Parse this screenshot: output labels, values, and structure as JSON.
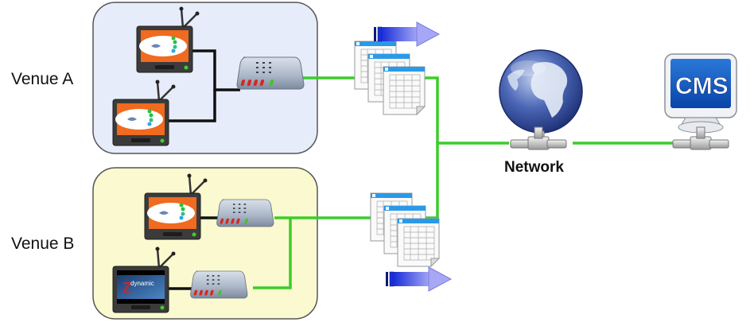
{
  "diagram": {
    "venues": [
      {
        "label": "Venue A",
        "background": "#e6ecfa",
        "border": "#4a4a4a",
        "devices": [
          {
            "type": "tv",
            "screen": "orange-brand"
          },
          {
            "type": "tv",
            "screen": "orange-brand"
          },
          {
            "type": "router"
          }
        ]
      },
      {
        "label": "Venue B",
        "background": "#fbf9cf",
        "border": "#4a4a4a",
        "devices": [
          {
            "type": "tv",
            "screen": "orange-brand"
          },
          {
            "type": "router"
          },
          {
            "type": "tv",
            "screen": "dynamic"
          },
          {
            "type": "router"
          }
        ]
      }
    ],
    "network": {
      "label": "Network",
      "icon": "globe-icon"
    },
    "cms": {
      "label": "CMS",
      "icon": "monitor-icon"
    },
    "dynamic_screen_text": "dynamic",
    "colors": {
      "green_link": "#3ccc2c",
      "black_link": "#111111",
      "arrow_dark": "#1a2fd8",
      "arrow_light": "#9a9cf4"
    }
  }
}
